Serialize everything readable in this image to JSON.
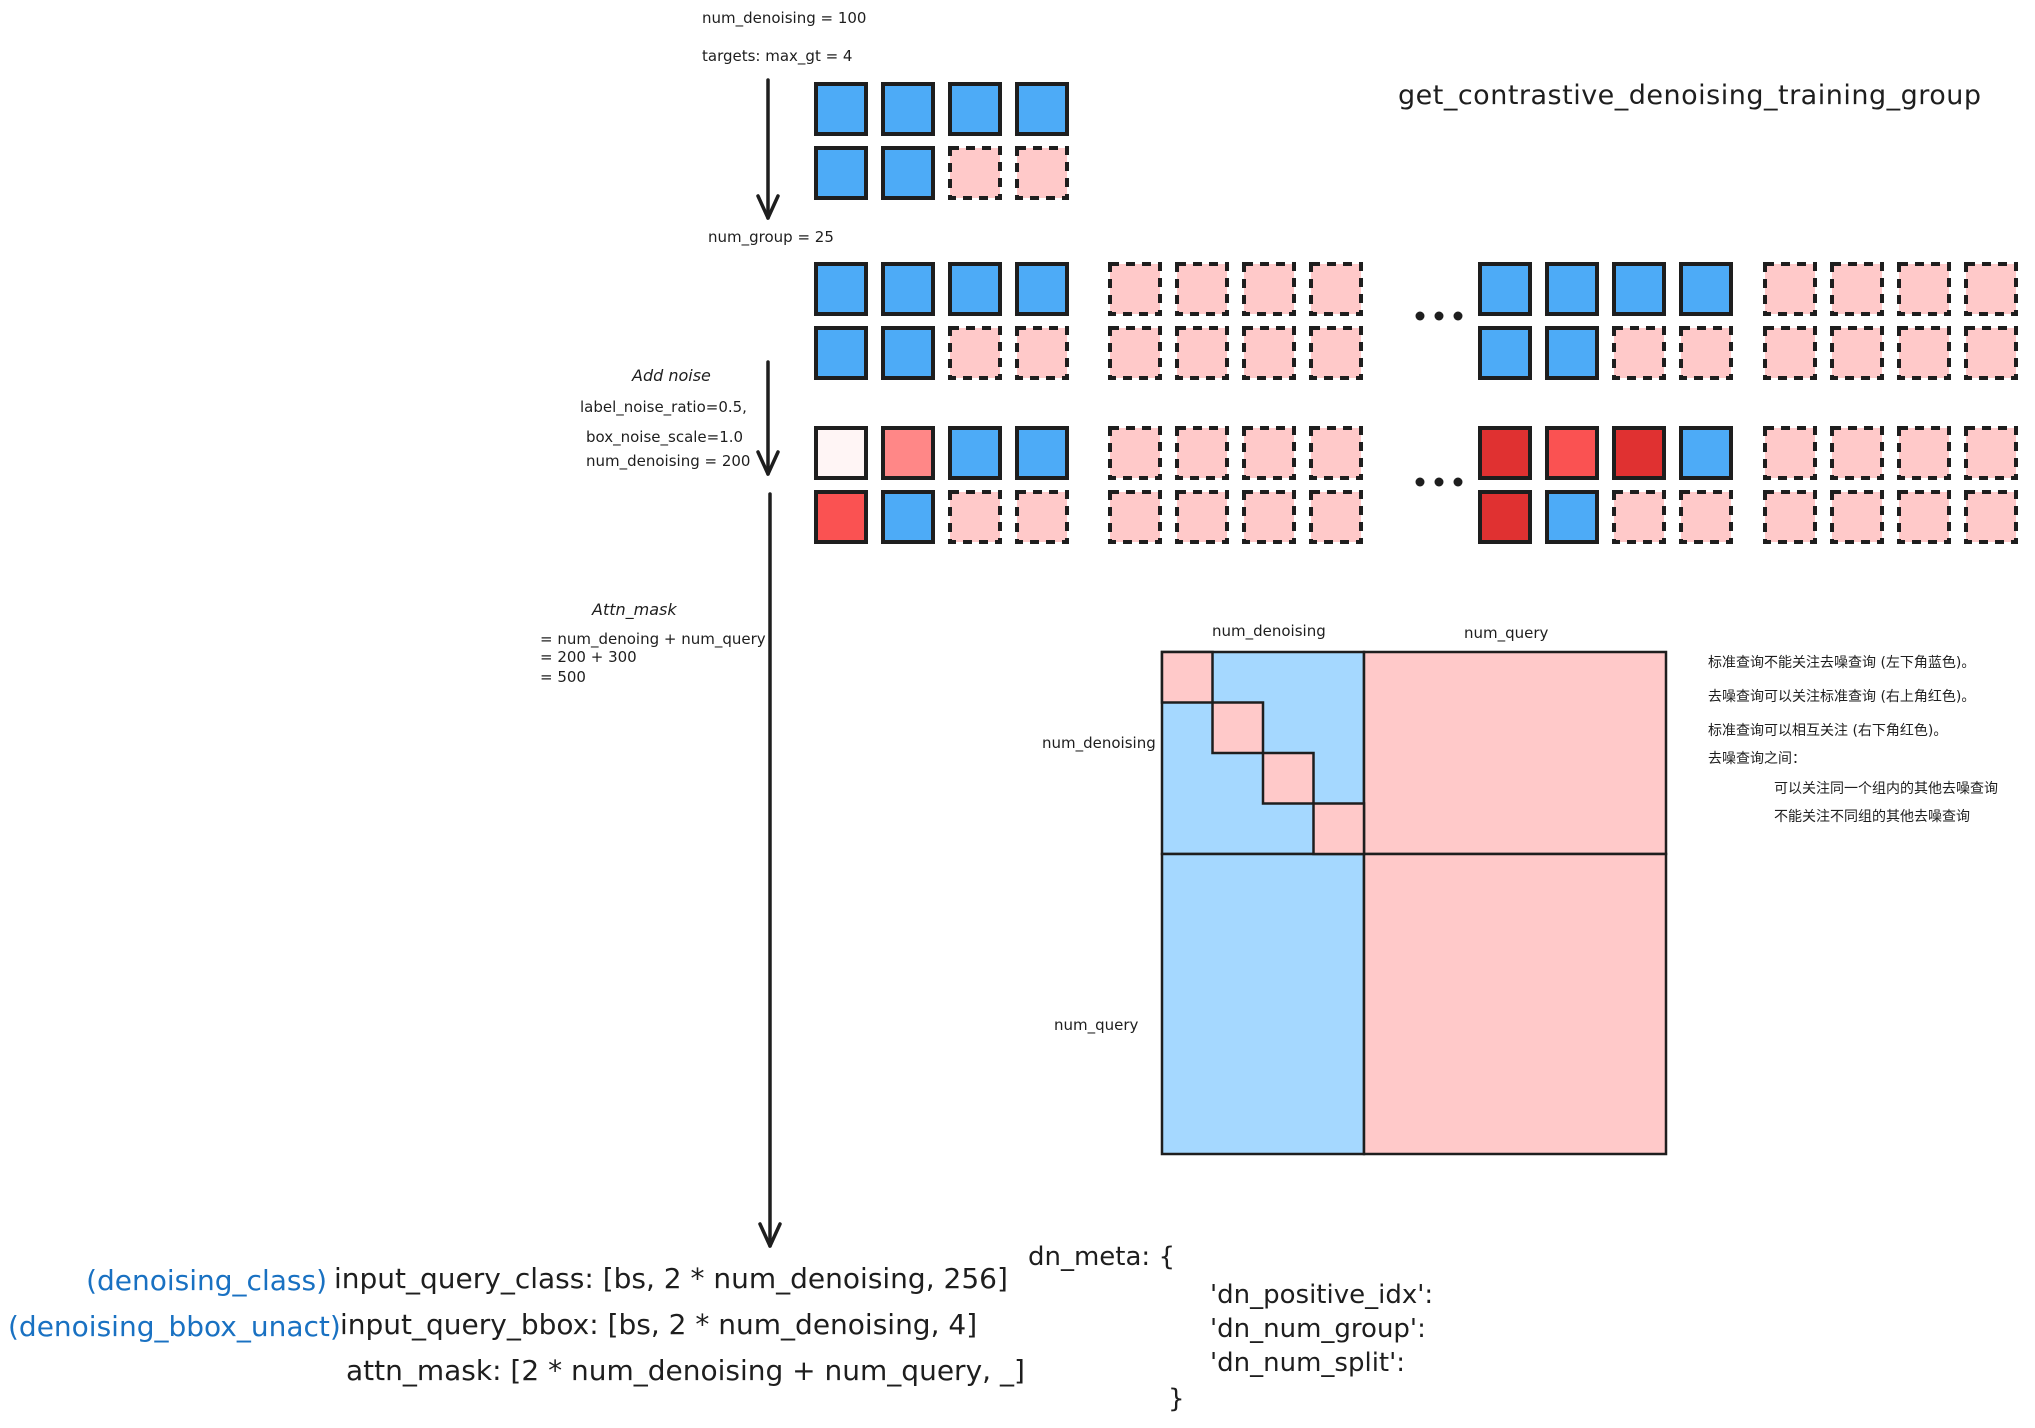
{
  "title": "get_contrastive_denoising_training_group",
  "colors": {
    "positive_blue": "#4dabf7",
    "padding_pink": "#ffc9c9",
    "noise_light": "#fff5f5",
    "noise_salmon": "#ff8787",
    "noise_red": "#fa5252",
    "noise_dark_red": "#e03131",
    "mask_blue": "#a5d8ff",
    "mask_pink": "#ffc9c9",
    "stroke": "#1e1e1e",
    "annotation_blue": "#1971c2"
  },
  "step1": {
    "line1": "num_denoising = 100",
    "line2": "targets: max_gt = 4",
    "grid": [
      [
        "blue",
        "blue",
        "blue",
        "blue"
      ],
      [
        "blue",
        "blue",
        "pad",
        "pad"
      ]
    ]
  },
  "step2": {
    "label": "num_group = 25",
    "groups": [
      [
        [
          "blue",
          "blue",
          "blue",
          "blue"
        ],
        [
          "blue",
          "blue",
          "pad",
          "pad"
        ]
      ],
      [
        [
          "pad",
          "pad",
          "pad",
          "pad"
        ],
        [
          "pad",
          "pad",
          "pad",
          "pad"
        ]
      ],
      [
        [
          "blue",
          "blue",
          "blue",
          "blue"
        ],
        [
          "blue",
          "blue",
          "pad",
          "pad"
        ]
      ],
      [
        [
          "pad",
          "pad",
          "pad",
          "pad"
        ],
        [
          "pad",
          "pad",
          "pad",
          "pad"
        ]
      ]
    ],
    "ellipsis": "..."
  },
  "step3": {
    "heading": "Add noise",
    "line1": "label_noise_ratio=0.5,",
    "line2": "box_noise_scale=1.0",
    "line3": "num_denoising = 200",
    "groups": [
      [
        [
          "light",
          "salmon",
          "blue",
          "blue"
        ],
        [
          "red",
          "blue",
          "pad",
          "pad"
        ]
      ],
      [
        [
          "pad",
          "pad",
          "pad",
          "pad"
        ],
        [
          "pad",
          "pad",
          "pad",
          "pad"
        ]
      ],
      [
        [
          "darkred",
          "red",
          "darkred",
          "blue"
        ],
        [
          "darkred",
          "blue",
          "pad",
          "pad"
        ]
      ],
      [
        [
          "pad",
          "pad",
          "pad",
          "pad"
        ],
        [
          "pad",
          "pad",
          "pad",
          "pad"
        ]
      ]
    ],
    "ellipsis": "..."
  },
  "attn": {
    "heading": "Attn_mask",
    "line1": "= num_denoing + num_query",
    "line2": "= 200 + 300",
    "line3": "= 500",
    "col_label_denoising": "num_denoising",
    "col_label_query": "num_query",
    "row_label_denoising": "num_denoising",
    "row_label_query": "num_query",
    "diagonal_blocks": 4
  },
  "notes": [
    "标准查询不能关注去噪查询 (左下角蓝色)。",
    "去噪查询可以关注标准查询 (右上角红色)。",
    "标准查询可以相互关注 (右下角红色)。",
    "去噪查询之间：",
    "可以关注同一个组内的其他去噪查询",
    "不能关注不同组的其他去噪查询"
  ],
  "outputs": {
    "class_annot": "(denoising_class)",
    "class_line": "input_query_class: [bs, 2 * num_denoising, 256]",
    "bbox_annot": "(denoising_bbox_unact)",
    "bbox_line": "input_query_bbox: [bs, 2 * num_denoising, 4]",
    "mask_line": "attn_mask: [2 * num_denoising + num_query, _]"
  },
  "dn_meta": {
    "open": "dn_meta: {",
    "keys": [
      "'dn_positive_idx':",
      "'dn_num_group':",
      "'dn_num_split':"
    ],
    "close": "}"
  }
}
